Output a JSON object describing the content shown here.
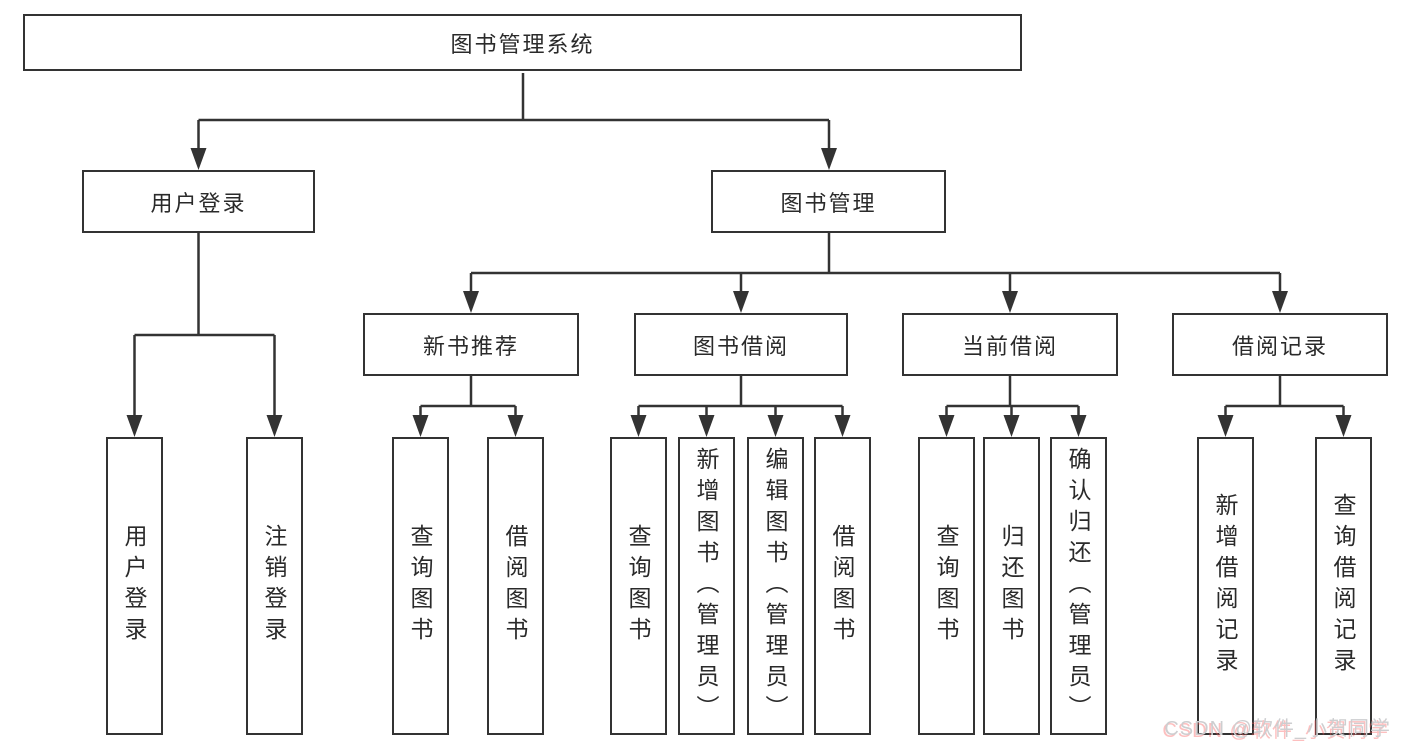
{
  "diagram": {
    "title": "图书管理系统",
    "user_login": {
      "label": "用户登录",
      "children": [
        {
          "label": "用户登录"
        },
        {
          "label": "注销登录"
        }
      ]
    },
    "book_management": {
      "label": "图书管理",
      "new_book_recommend": {
        "label": "新书推荐",
        "children": [
          {
            "label": "查询图书"
          },
          {
            "label": "借阅图书"
          }
        ]
      },
      "book_borrowing": {
        "label": "图书借阅",
        "children": [
          {
            "label": "查询图书"
          },
          {
            "label": "新增图书（管理员）"
          },
          {
            "label": "编辑图书（管理员）"
          },
          {
            "label": "借阅图书"
          }
        ]
      },
      "current_borrowing": {
        "label": "当前借阅",
        "children": [
          {
            "label": "查询图书"
          },
          {
            "label": "归还图书"
          },
          {
            "label": "确认归还（管理员）"
          }
        ]
      },
      "borrowing_records": {
        "label": "借阅记录",
        "children": [
          {
            "label": "新增借阅记录"
          },
          {
            "label": "查询借阅记录"
          }
        ]
      }
    }
  },
  "watermark": {
    "text": "CSDN @软件_小贺同学"
  },
  "colors": {
    "line": "#333333",
    "text": "#2a2a2a",
    "background": "#ffffff",
    "watermark_gray": "#cdced0",
    "watermark_red": "#fc5f5f"
  }
}
